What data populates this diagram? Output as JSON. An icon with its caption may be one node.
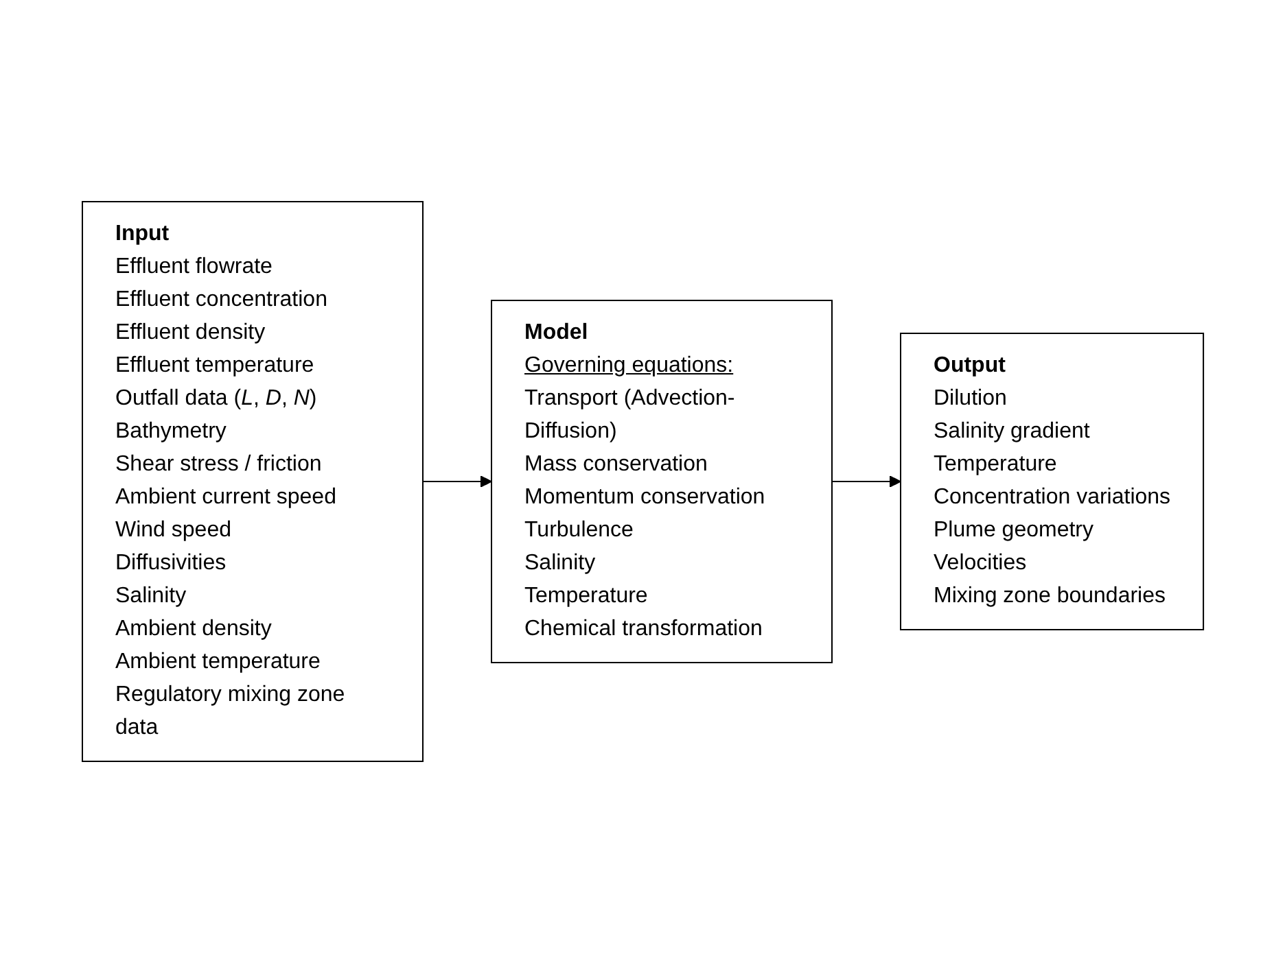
{
  "diagram": {
    "nodes": [
      {
        "text": [
          "Input",
          "Effluent flowrate",
          "Effluent concentration",
          "Effluent density",
          "Effluent temperature",
          "Outfall data (*L*, *D*, *N*)",
          "Bathymetry",
          "Shear stress / friction",
          "Ambient current speed",
          "Wind speed",
          "Diffusivities",
          "Salinity",
          "Ambient density",
          "Ambient temperature",
          "Regulatory mixing zone data"
        ]
      },
      {
        "text": [
          "Model",
          "Governing equations:",
          "Transport (Advection-Diffusion)",
          "Mass conservation",
          "Momentum conservation",
          "Turbulence",
          "Salinity",
          "Temperature",
          "Chemical transformation"
        ]
      },
      {
        "text": [
          "Output",
          "Dilution",
          "Salinity gradient",
          "Temperature",
          "Concentration variations",
          "Plume geometry",
          "Velocities",
          "Mixing zone boundaries"
        ]
      }
    ],
    "edges": [
      {
        "from": 0,
        "to": 1,
        "arrow": "to"
      },
      {
        "from": 1,
        "to": 2,
        "arrow": "to"
      }
    ]
  }
}
